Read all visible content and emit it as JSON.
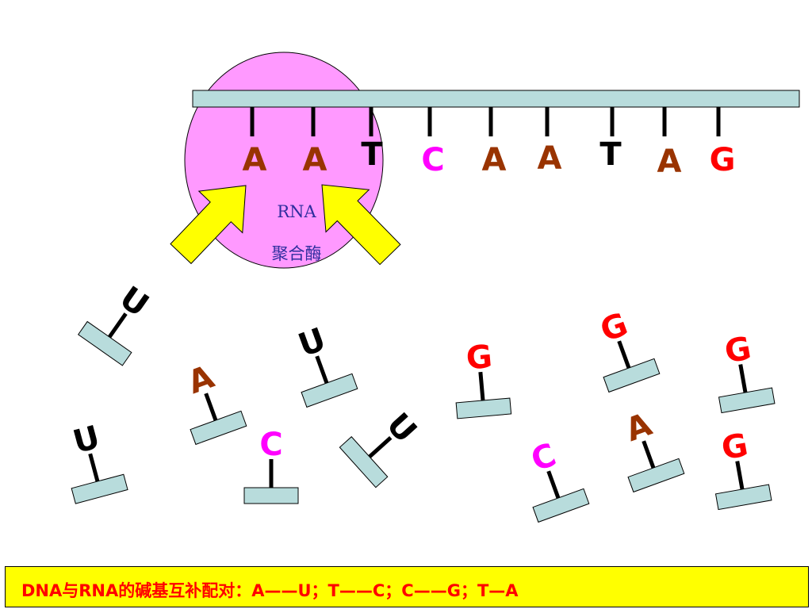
{
  "colors": {
    "strand_fill": "#b8dcdc",
    "enzyme_fill": "#ff99ff",
    "arrow_fill": "#ffff00",
    "base_A": "#993300",
    "base_T": "#000000",
    "base_C": "#ff00ff",
    "base_G": "#ff0000",
    "base_U": "#000000",
    "caption_bg": "#ffff00",
    "caption_text": "#ff0000"
  },
  "enzyme": {
    "line1": "RNA",
    "line2": "聚合酶"
  },
  "template_strand": {
    "bases": [
      "A",
      "A",
      "T",
      "C",
      "A",
      "A",
      "T",
      "A",
      "G"
    ]
  },
  "free_nucleotides": [
    "U",
    "A",
    "U",
    "G",
    "U",
    "C",
    "U",
    "G",
    "G",
    "C",
    "A",
    "G"
  ],
  "caption": {
    "text": "DNA与RNA的碱基互补配对：A——U；T——C；C——G；T—A"
  }
}
